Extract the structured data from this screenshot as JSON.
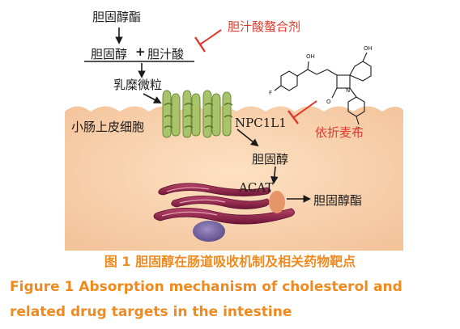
{
  "labels": {
    "cholesterol_ester_top": "胆固醇酯",
    "cholesterol": "胆固醇",
    "plus": "+",
    "bile_acid": "胆汁酸",
    "bile_acid_chelator": "胆汁酸螯合剂",
    "micelle": "乳糜微粒",
    "small_intestine_epithelial_cell": "小肠上皮细胞",
    "npc1l1": "NPC1L1",
    "ezetimibe": "依折麦布",
    "cholesterol_in_cell": "胆固醇",
    "acat": "ACAT",
    "cholesterol_ester_out": "胆固醇酯",
    "molecule_atom_oh1": "OH",
    "molecule_atom_oh2": "OH",
    "molecule_atom_f1": "F",
    "molecule_atom_f2": "F",
    "molecule_atom_n": "N",
    "molecule_atom_o": "O"
  },
  "caption": {
    "chinese": "图 1  胆固醇在肠道吸收机制及相关药物靶点",
    "english_line1": "Figure 1  Absorption mechanism of cholesterol and",
    "english_line2": "related drug targets in the intestine"
  },
  "colors": {
    "cell": "#f7cfa8",
    "transporter": "#a8c46a",
    "er": "#8b1f45",
    "nucleus": "#7e6ca8",
    "inhibitor": "#e03a2f",
    "caption": "#ef8a1f",
    "acat_dot": "#e6956a"
  }
}
